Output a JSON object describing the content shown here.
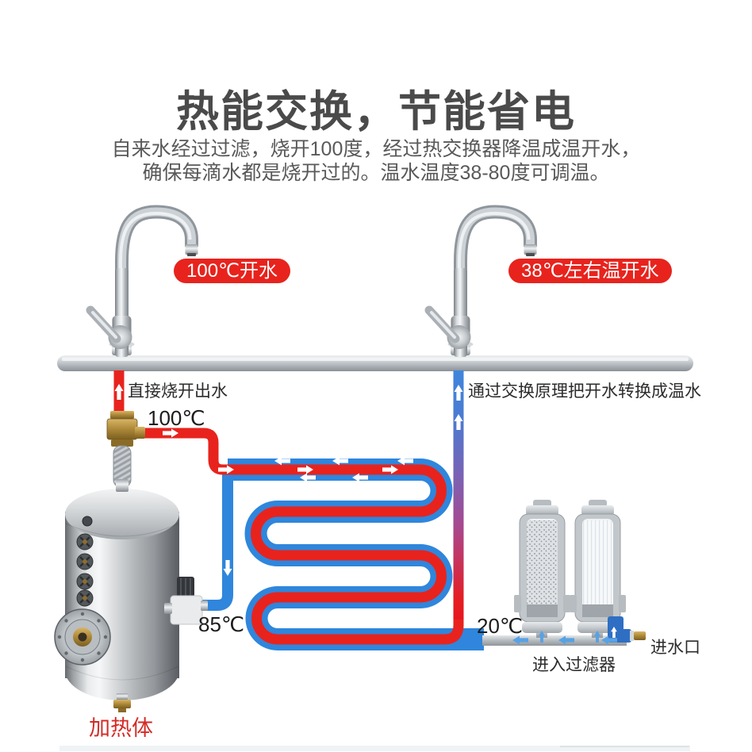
{
  "header": {
    "title": "热能交换，节能省电",
    "subtitle_line1": "自来水经过过滤，烧开100度，经过热交换器降温成温开水，",
    "subtitle_line2": "确保每滴水都是烧开过的。温水温度38-80度可调温。"
  },
  "badges": {
    "boiling": "100℃开水",
    "warm": "38℃左右温开水"
  },
  "labels": {
    "direct_boil": "直接烧开出水",
    "temp_boiling": "100℃",
    "exchange": "通过交换原理把开水转换成温水",
    "temp_tank_inlet": "85℃",
    "temp_cold_inlet": "20℃",
    "water_inlet": "进水口",
    "enter_filter": "进入过滤器",
    "heater_body": "加热体"
  },
  "icons": {
    "flow_arrow": "▶"
  },
  "colors": {
    "hot": "#e8231d",
    "cold": "#2f86dc",
    "badge_bg": "#e8231d",
    "badge_text": "#ffffff",
    "title_text": "#4a4a4a",
    "subtitle_text": "#595959",
    "label_text": "#2b2b2b",
    "heater_label": "#d42b26"
  }
}
